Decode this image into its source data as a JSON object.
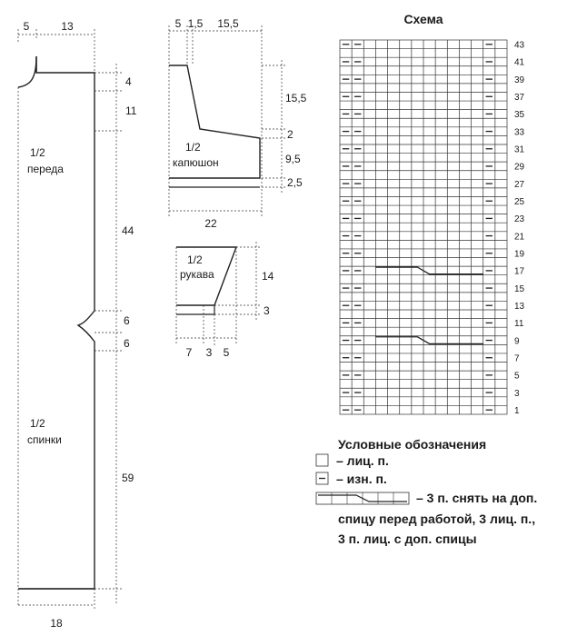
{
  "front_back": {
    "dims": [
      "5",
      "13",
      "4",
      "11",
      "44",
      "6",
      "6",
      "59",
      "18"
    ],
    "label_front": [
      "1/2",
      "переда"
    ],
    "label_back": [
      "1/2",
      "спинки"
    ]
  },
  "hood": {
    "dims": [
      "5",
      "1,5",
      "15,5",
      "15,5",
      "2",
      "9,5",
      "2,5",
      "22"
    ],
    "label": [
      "1/2",
      "капюшон"
    ]
  },
  "sleeve": {
    "dims": [
      "14",
      "3",
      "7",
      "3",
      "5"
    ],
    "label": [
      "1/2",
      "рукава"
    ]
  },
  "schema": {
    "title": "Схема",
    "rows": [
      "43",
      "41",
      "39",
      "37",
      "35",
      "33",
      "31",
      "29",
      "27",
      "25",
      "23",
      "21",
      "19",
      "17",
      "15",
      "13",
      "11",
      "9",
      "7",
      "5",
      "3",
      "1"
    ],
    "grid_rows": 43,
    "grid_cols": 14,
    "purl_cols": [
      1,
      2,
      13
    ],
    "cable_rows": [
      9,
      17
    ]
  },
  "legend": {
    "title": "Условные обозначения",
    "knit": "– лиц. п.",
    "purl": "– изн. п.",
    "cable_lines": [
      "– 3 п. снять на доп.",
      "спицу перед работой, 3 лиц. п.,",
      "3 п. лиц. с доп. спицы"
    ]
  }
}
